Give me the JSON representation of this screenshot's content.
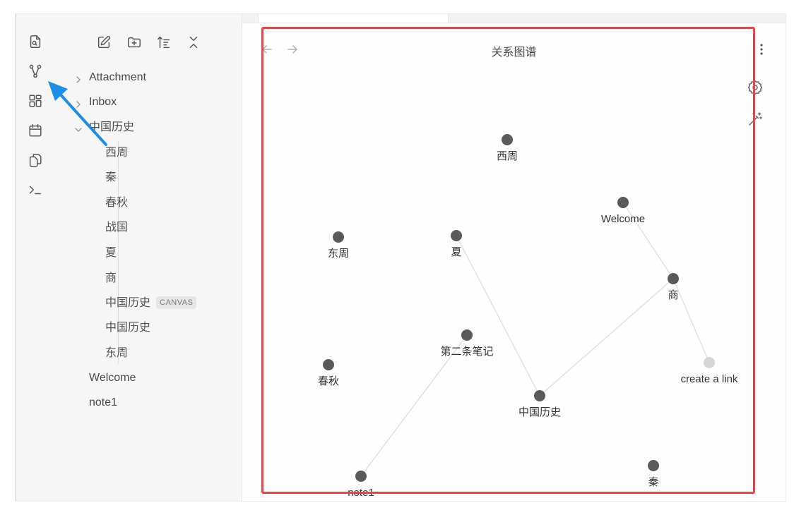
{
  "explorer": {
    "tree": [
      {
        "label": "Attachment",
        "type": "folder",
        "expanded": false
      },
      {
        "label": "Inbox",
        "type": "folder",
        "expanded": false
      },
      {
        "label": "中国历史",
        "type": "folder",
        "expanded": true
      },
      {
        "label": "西周",
        "type": "file"
      },
      {
        "label": "秦",
        "type": "file"
      },
      {
        "label": "春秋",
        "type": "file"
      },
      {
        "label": "战国",
        "type": "file"
      },
      {
        "label": "夏",
        "type": "file"
      },
      {
        "label": "商",
        "type": "file"
      },
      {
        "label": "中国历史",
        "type": "canvas",
        "badge": "CANVAS"
      },
      {
        "label": "中国历史",
        "type": "file"
      },
      {
        "label": "东周",
        "type": "file"
      },
      {
        "label": "Welcome",
        "type": "file"
      },
      {
        "label": "note1",
        "type": "file"
      }
    ]
  },
  "view": {
    "title": "关系图谱"
  },
  "graph": {
    "nodes": [
      {
        "id": "xizhou",
        "label": "西周",
        "unresolved": false
      },
      {
        "id": "welcome",
        "label": "Welcome",
        "unresolved": false
      },
      {
        "id": "dongzhou",
        "label": "东周",
        "unresolved": false
      },
      {
        "id": "xia",
        "label": "夏",
        "unresolved": false
      },
      {
        "id": "shang",
        "label": "商",
        "unresolved": false
      },
      {
        "id": "second",
        "label": "第二条笔记",
        "unresolved": false
      },
      {
        "id": "chunqiu",
        "label": "春秋",
        "unresolved": false
      },
      {
        "id": "createlink",
        "label": "create a link",
        "unresolved": true
      },
      {
        "id": "zhongguo",
        "label": "中国历史",
        "unresolved": false
      },
      {
        "id": "note1",
        "label": "note1",
        "unresolved": false
      },
      {
        "id": "qin",
        "label": "秦",
        "unresolved": false
      }
    ],
    "links": [
      [
        "xia",
        "zhongguo"
      ],
      [
        "zhongguo",
        "shang"
      ],
      [
        "welcome",
        "shang"
      ],
      [
        "shang",
        "createlink"
      ],
      [
        "second",
        "note1"
      ]
    ]
  },
  "colors": {
    "node": "#5a5a5a",
    "unresolved_node": "#d6d6d6",
    "link": "#dddddd",
    "highlight": "#e84545",
    "pointer_arrow": "#1e8fe6"
  }
}
